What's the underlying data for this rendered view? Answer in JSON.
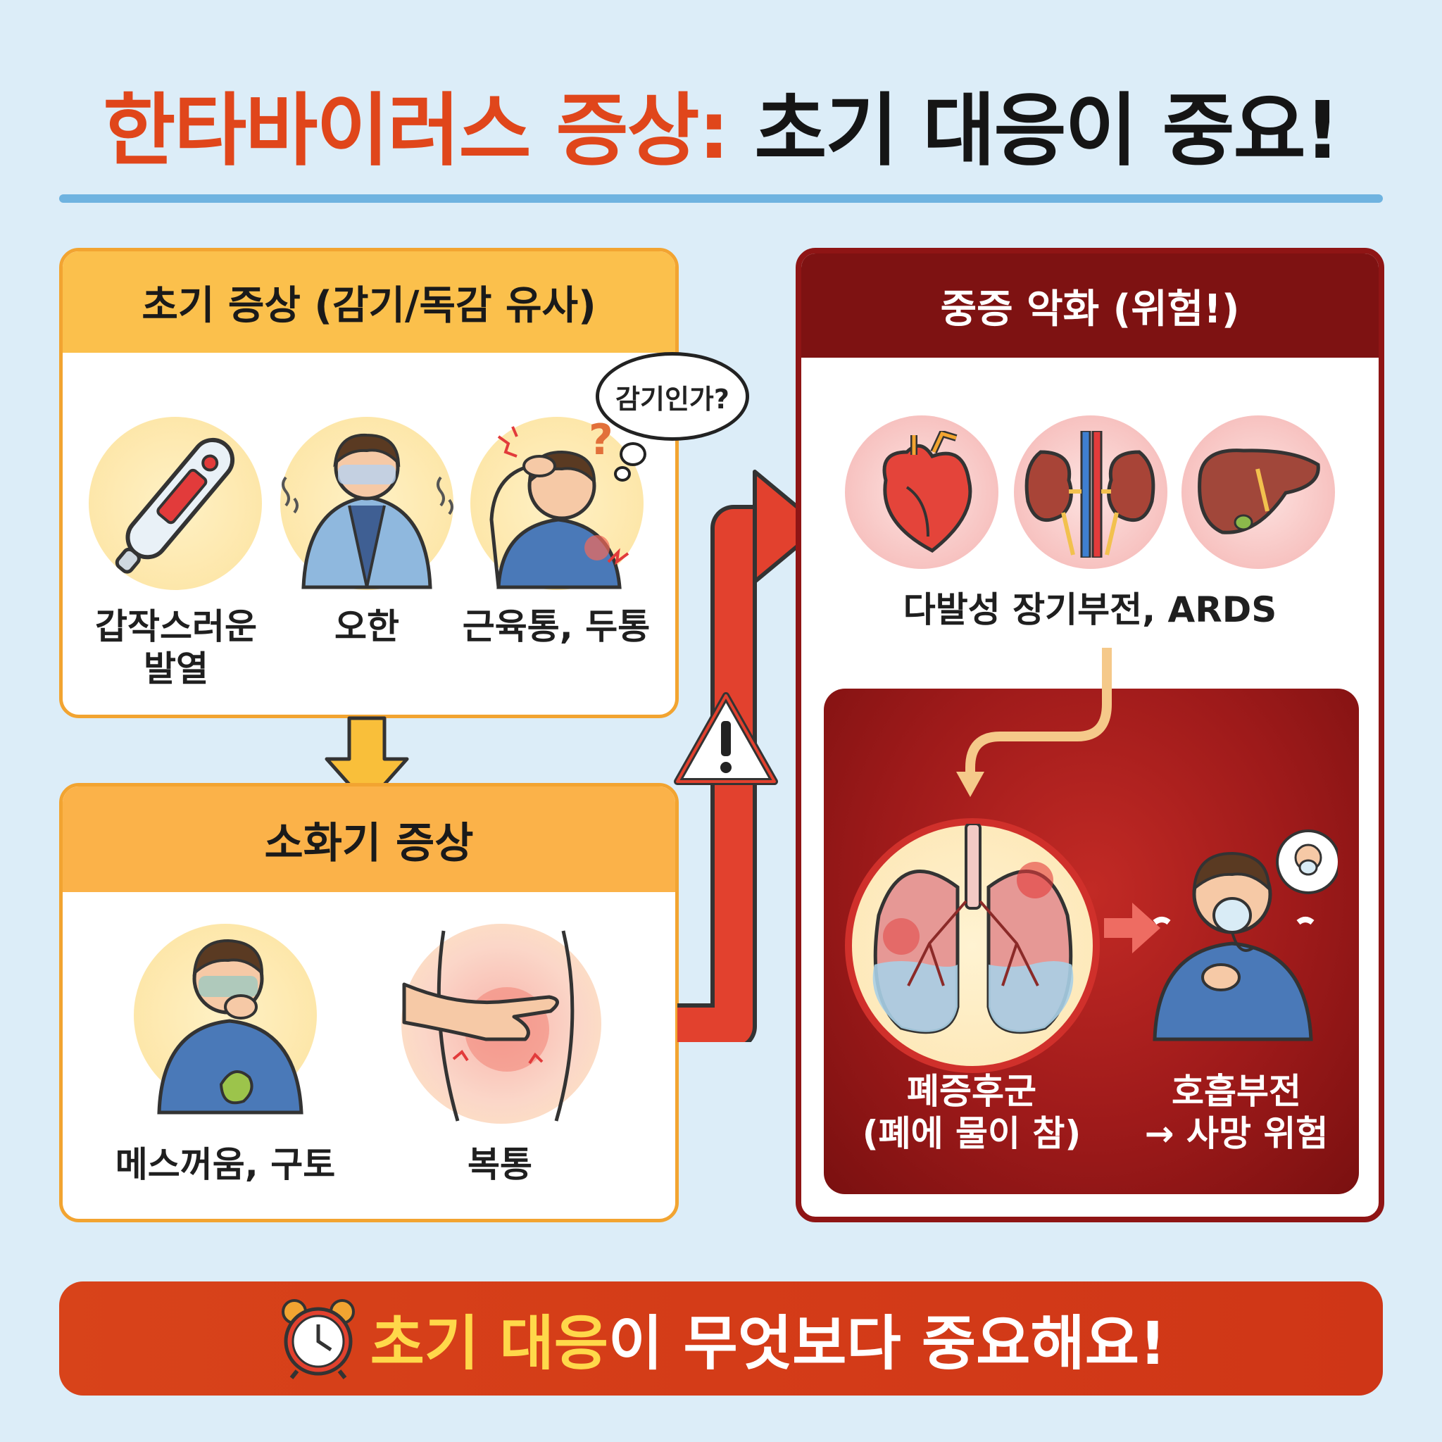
{
  "title": {
    "part1": "한타바이러스 증상:",
    "part2": "초기 대응이 중요!"
  },
  "early": {
    "header": "초기 증상 (감기/독감 유사)",
    "bubble": "감기인가?",
    "items": [
      {
        "label_line1": "갑작스러운",
        "label_line2": "발열",
        "icon": "thermometer-icon"
      },
      {
        "label_line1": "오한",
        "icon": "chills-person-icon"
      },
      {
        "label_line1": "근육통, 두통",
        "icon": "headache-person-icon"
      }
    ]
  },
  "gi": {
    "header": "소화기 증상",
    "items": [
      {
        "label": "메스꺼움, 구토",
        "icon": "nausea-person-icon"
      },
      {
        "label": "복통",
        "icon": "stomach-ache-icon"
      }
    ]
  },
  "severe": {
    "header": "중증 악화 (위험!)",
    "organs_label": "다발성 장기부전, ARDS",
    "organs": [
      "heart-icon",
      "kidneys-icon",
      "liver-icon"
    ],
    "lung": {
      "line1": "폐증후군",
      "line2": "(폐에 물이 참)"
    },
    "resp": {
      "line1": "호흡부전",
      "line2": "→ 사망 위험"
    }
  },
  "banner": {
    "highlight": "초기 대응",
    "rest": "이 무엇보다 중요해요!"
  },
  "colors": {
    "accent_red": "#e0461b",
    "panel_orange": "#f2a431",
    "severe_maroon": "#7e1212",
    "highlight_yellow": "#ffd84a"
  }
}
